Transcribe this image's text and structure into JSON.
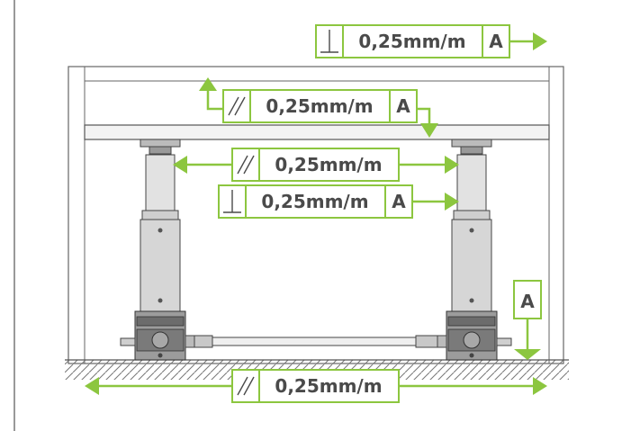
{
  "colors": {
    "accent": "#8cc63f",
    "line": "#4d4d4d",
    "text": "#4a4a4a",
    "metal": "#c9c9c9",
    "metal_dark": "#555555"
  },
  "tolerances": [
    {
      "symbol": "perpendicularity",
      "value": "0,25mm/m",
      "datum": "A"
    },
    {
      "symbol": "parallelism",
      "value": "0,25mm/m",
      "datum": "A"
    },
    {
      "symbol": "parallelism",
      "value": "0,25mm/m",
      "datum": ""
    },
    {
      "symbol": "perpendicularity",
      "value": "0,25mm/m",
      "datum": "A"
    },
    {
      "symbol": "parallelism",
      "value": "0,25mm/m",
      "datum": ""
    }
  ],
  "datum_label": "A"
}
